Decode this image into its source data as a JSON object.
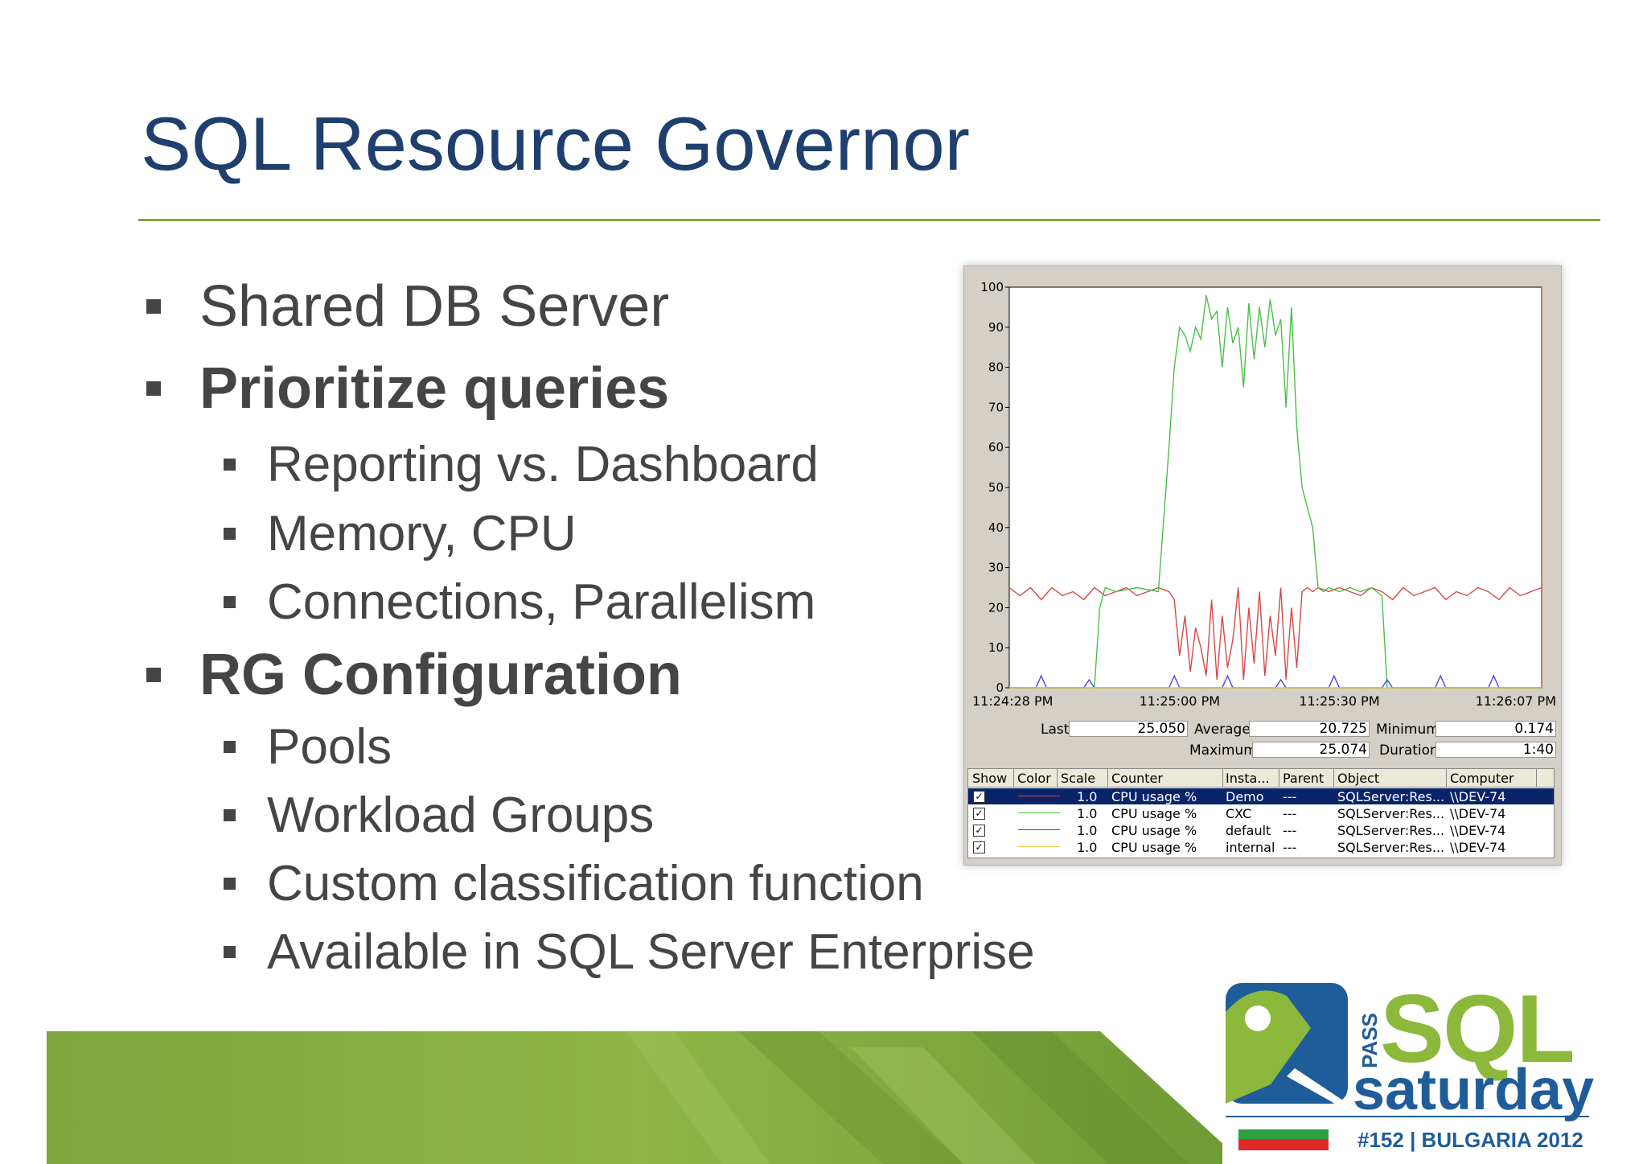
{
  "slide": {
    "title": "SQL Resource Governor",
    "bullets": [
      {
        "text": "Shared DB Server",
        "level": 1,
        "bold": false
      },
      {
        "text": "Prioritize queries",
        "level": 1,
        "bold": true
      },
      {
        "text": "Reporting vs. Dashboard",
        "level": 2,
        "bold": false
      },
      {
        "text": "Memory, CPU",
        "level": 2,
        "bold": false
      },
      {
        "text": "Connections, Parallelism",
        "level": 2,
        "bold": false
      },
      {
        "text": "RG Configuration",
        "level": 1,
        "bold": true
      },
      {
        "text": "Pools",
        "level": 2,
        "bold": false
      },
      {
        "text": "Workload Groups",
        "level": 2,
        "bold": false
      },
      {
        "text": "Custom classification function",
        "level": 2,
        "bold": false
      },
      {
        "text": "Available in SQL Server Enterprise",
        "level": 2,
        "bold": false
      }
    ]
  },
  "perfmon": {
    "stats": {
      "last_label": "Last",
      "last_value": "25.050",
      "average_label": "Average",
      "average_value": "20.725",
      "minimum_label": "Minimum",
      "minimum_value": "0.174",
      "maximum_label": "Maximum",
      "maximum_value": "25.074",
      "duration_label": "Duration",
      "duration_value": "1:40"
    },
    "columns": [
      "Show",
      "Color",
      "Scale",
      "Counter",
      "Insta...",
      "Parent",
      "Object",
      "Computer"
    ],
    "rows": [
      {
        "scale": "1.0",
        "counter": "CPU usage %",
        "instance": "Demo",
        "parent": "---",
        "object": "SQLServer:Res...",
        "computer": "\\\\DEV-74",
        "color": "#e04040",
        "selected": true
      },
      {
        "scale": "1.0",
        "counter": "CPU usage %",
        "instance": "CXC",
        "parent": "---",
        "object": "SQLServer:Res...",
        "computer": "\\\\DEV-74",
        "color": "#3cc43c",
        "selected": false
      },
      {
        "scale": "1.0",
        "counter": "CPU usage %",
        "instance": "default",
        "parent": "---",
        "object": "SQLServer:Res...",
        "computer": "\\\\DEV-74",
        "color": "#4040e0",
        "selected": false
      },
      {
        "scale": "1.0",
        "counter": "CPU usage %",
        "instance": "internal",
        "parent": "---",
        "object": "SQLServer:Res...",
        "computer": "\\\\DEV-74",
        "color": "#e8d040",
        "selected": false
      }
    ]
  },
  "chart_data": {
    "type": "line",
    "ylim": [
      0,
      100
    ],
    "yticks": [
      0,
      10,
      20,
      30,
      40,
      50,
      60,
      70,
      80,
      90,
      100
    ],
    "xticks": [
      {
        "t": 0,
        "label": "11:24:28 PM"
      },
      {
        "t": 32,
        "label": "11:25:00 PM"
      },
      {
        "t": 62,
        "label": "11:25:30 PM"
      },
      {
        "t": 99,
        "label": "11:26:07 PM"
      }
    ],
    "xlim": [
      0,
      100
    ],
    "grid": false,
    "series": [
      {
        "name": "Demo",
        "color": "#d84848",
        "x": [
          0,
          2,
          4,
          6,
          8,
          10,
          12,
          14,
          16,
          18,
          20,
          22,
          24,
          26,
          28,
          30,
          31,
          32,
          33,
          34,
          35,
          36,
          37,
          38,
          39,
          40,
          41,
          42,
          43,
          44,
          45,
          46,
          47,
          48,
          49,
          50,
          51,
          52,
          53,
          54,
          55,
          56,
          57,
          58,
          60,
          62,
          64,
          66,
          68,
          70,
          72,
          74,
          76,
          78,
          80,
          82,
          84,
          86,
          88,
          90,
          92,
          94,
          96,
          98,
          100
        ],
        "y": [
          25,
          23,
          25,
          22,
          25,
          23,
          24,
          22,
          25,
          23,
          24,
          25,
          23,
          24,
          25,
          24,
          22,
          8,
          18,
          4,
          15,
          10,
          3,
          22,
          2,
          18,
          5,
          12,
          25,
          2,
          20,
          6,
          24,
          3,
          18,
          8,
          25,
          2,
          20,
          5,
          24,
          25,
          24,
          25,
          24,
          25,
          24,
          23,
          25,
          24,
          22,
          25,
          23,
          24,
          25,
          22,
          24,
          23,
          25,
          24,
          22,
          25,
          23,
          24,
          25
        ]
      },
      {
        "name": "CXC",
        "color": "#48c048",
        "x": [
          0,
          16,
          17,
          18,
          20,
          24,
          28,
          30,
          31,
          32,
          33,
          34,
          35,
          36,
          37,
          38,
          39,
          40,
          41,
          42,
          43,
          44,
          45,
          46,
          47,
          48,
          49,
          50,
          51,
          52,
          53,
          54,
          55,
          56,
          57,
          58,
          59,
          60,
          62,
          64,
          66,
          68,
          70,
          71,
          72,
          100
        ],
        "y": [
          0,
          0,
          20,
          25,
          24,
          25,
          24,
          60,
          80,
          90,
          88,
          84,
          90,
          87,
          98,
          92,
          94,
          80,
          95,
          86,
          90,
          75,
          96,
          82,
          95,
          85,
          97,
          88,
          92,
          70,
          95,
          65,
          50,
          45,
          40,
          25,
          24,
          25,
          24,
          25,
          24,
          25,
          23,
          0,
          0,
          0
        ]
      },
      {
        "name": "default",
        "color": "#4848d8",
        "x": [
          0,
          5,
          6,
          7,
          14,
          15,
          16,
          30,
          31,
          32,
          40,
          41,
          42,
          50,
          51,
          52,
          60,
          61,
          62,
          70,
          71,
          72,
          80,
          81,
          82,
          90,
          91,
          92,
          100
        ],
        "y": [
          0,
          0,
          3,
          0,
          0,
          2,
          0,
          0,
          3,
          0,
          0,
          3,
          0,
          0,
          2,
          0,
          0,
          3,
          0,
          0,
          2,
          0,
          0,
          3,
          0,
          0,
          3,
          0,
          0
        ]
      },
      {
        "name": "internal",
        "color": "#e0c840",
        "x": [
          0,
          100
        ],
        "y": [
          0,
          0
        ]
      }
    ]
  }
}
